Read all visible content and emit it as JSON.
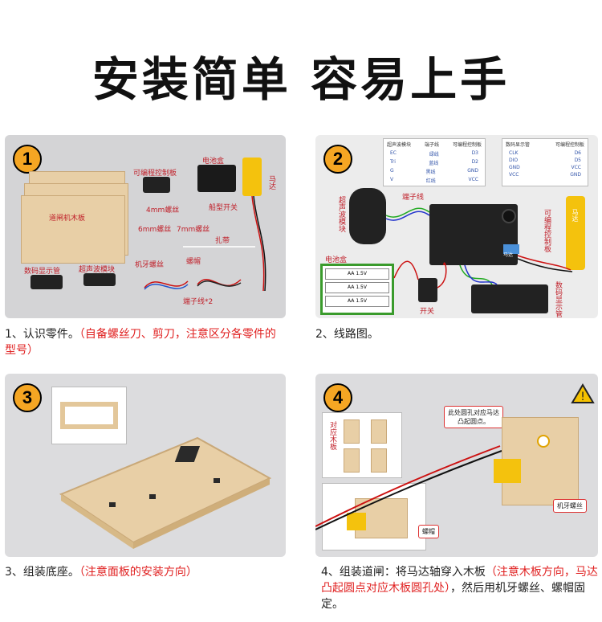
{
  "title": "安装简单 容易上手",
  "panel1": {
    "badge": "1",
    "labels": {
      "wood_board": "道闸机木板",
      "pcb": "可编程控制板",
      "battery": "电池盒",
      "motor": "马达",
      "switch": "船型开关",
      "screw4": "4mm螺丝",
      "screw6": "6mm螺丝",
      "screw7": "7mm螺丝",
      "tie": "扎带",
      "display": "数码显示管",
      "ultrasonic": "超声波模块",
      "machine_screw": "机牙螺丝",
      "nut": "螺帽",
      "wire": "端子线*2"
    },
    "caption_black": "1、认识零件。",
    "caption_red": "（自备螺丝刀、剪刀，注意区分各零件的型号）"
  },
  "panel2": {
    "badge": "2",
    "table1": {
      "headers": [
        "超声波模块",
        "端子线",
        "可编程控制板"
      ],
      "rows": [
        [
          "EC",
          "绿线",
          "D3"
        ],
        [
          "Tri",
          "蓝线",
          "D2"
        ],
        [
          "G",
          "黑线",
          "GND"
        ],
        [
          "V",
          "红线",
          "VCC"
        ]
      ]
    },
    "table2": {
      "headers": [
        "数码显示管",
        "可编程控制板"
      ],
      "rows": [
        [
          "CLK",
          "D6"
        ],
        [
          "DIO",
          "D5"
        ],
        [
          "GND",
          "VCC"
        ],
        [
          "VCC",
          "GND"
        ]
      ]
    },
    "labels": {
      "wire": "端子线",
      "ultrasonic": "超声波模块",
      "battery": "电池盒",
      "switch": "开关",
      "pcb": "可编程控制板",
      "motor": "马达",
      "display": "数码显示管",
      "motor_chip": "马达"
    },
    "battery_cells": [
      "AA 1.5V",
      "AA 1.5V",
      "AA 1.5V"
    ],
    "caption_black": "2、线路图。"
  },
  "panel3": {
    "badge": "3",
    "caption_black": "3、组装底座。",
    "caption_red": "（注意面板的安装方向）"
  },
  "panel4": {
    "badge": "4",
    "labels": {
      "board": "对应木板",
      "hint": "此处圆孔对应马达凸起圆点。",
      "machine_screw": "机牙螺丝",
      "nut": "螺帽"
    },
    "caption_black1": "4、组装道闸：将马达轴穿入木板",
    "caption_red": "（注意木板方向，马达凸起圆点对应木板圆孔处）",
    "caption_black2": "，然后用机牙螺丝、螺帽固定。"
  },
  "colors": {
    "badge": "#f5a623",
    "red": "#e02020",
    "wood": "#e8cfa6"
  }
}
